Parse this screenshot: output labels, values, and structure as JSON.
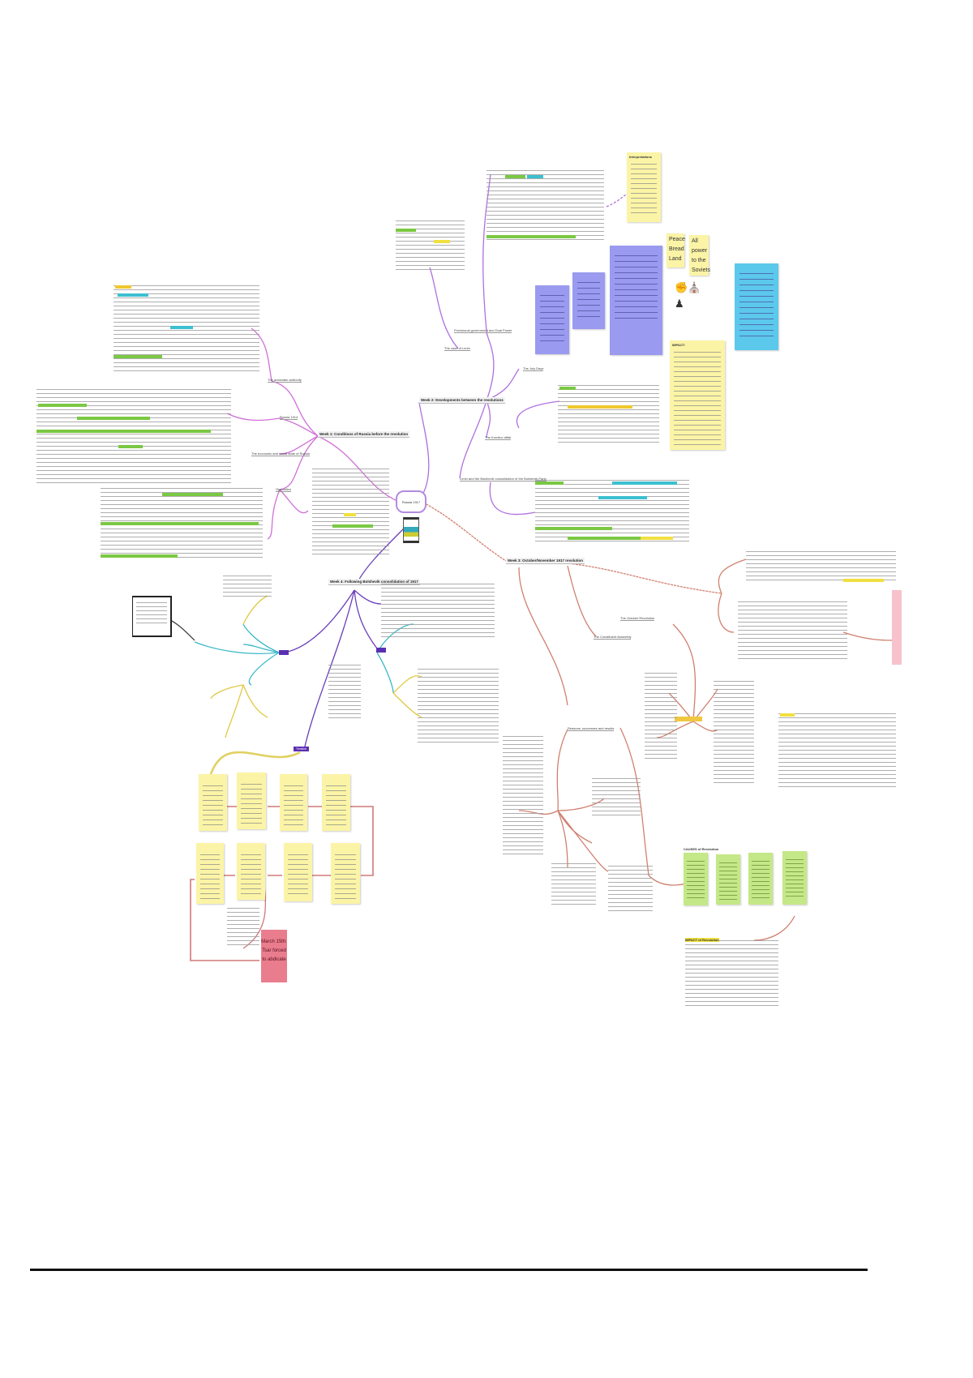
{
  "map": {
    "central": "Russia 1917",
    "branches": [
      {
        "label": "Week 1: Conditions of Russia before the revolution"
      },
      {
        "label": "Week 2: Developments between the revolutions"
      },
      {
        "label": "Week 3: October/November 1917 revolution"
      },
      {
        "label": "Week 4: Following Bolshevik consolidation of 1917"
      }
    ],
    "subtopics": [
      "The autocratic authority",
      "Russia 1914",
      "The economic and social state of Russia",
      "Opposition",
      "The case of Lenin",
      "The July Days",
      "The Kornilov affair",
      "Provisional government and Dual Power",
      "Lenin and the Bolshevik consolidation of the Bolshevik Party",
      "The October Revolution",
      "The Constituent Assembly",
      "Reasons, successes and results",
      "Timeline"
    ],
    "stickies": {
      "slogan_1": "Peace Bread Land",
      "slogan_2": "All power to the Soviets",
      "abdication": "March 15th: Tsar forced to abdicate",
      "article_heading": "IMPACT:",
      "notes_heading": "Interpretations",
      "green_heading_1": "CAUSES of Revolution",
      "green_heading_2": "IMPACT of Revolution"
    }
  },
  "colors": {
    "week1": "#d070d8",
    "week2": "#b070e0",
    "week3": "#d08070",
    "week4": "#6a3fb8",
    "sticky": "#fbf4a6",
    "purple_note": "#9a9af0",
    "cyan_note": "#5cc8ec",
    "pink_note": "#e97d8e",
    "green_note": "#c4e887"
  }
}
